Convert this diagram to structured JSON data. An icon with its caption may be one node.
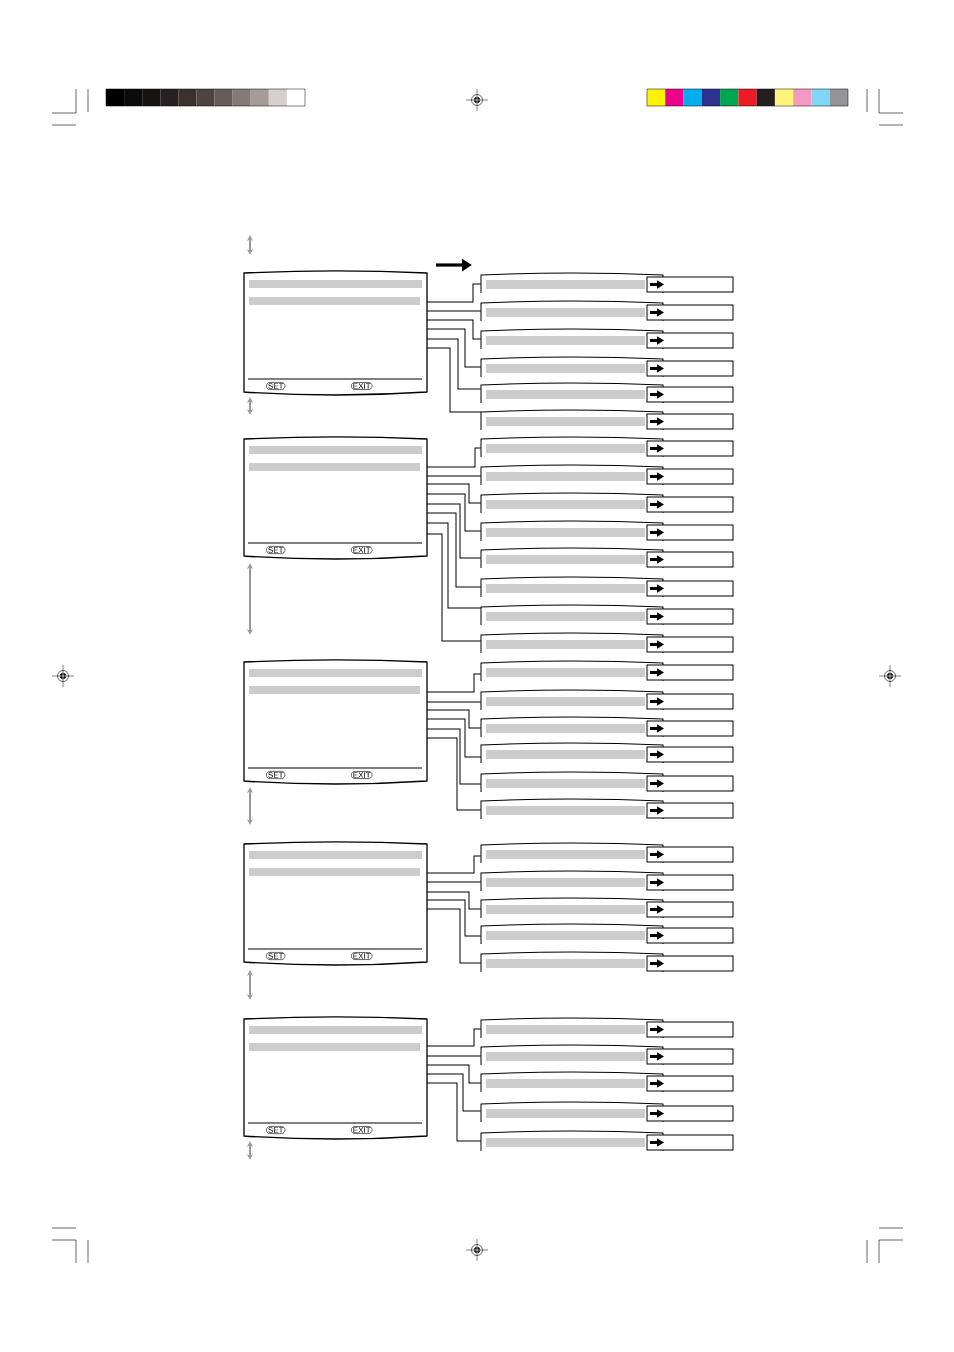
{
  "diagram": {
    "nodes": [
      {
        "text": [
          "SET",
          "EXIT"
        ]
      },
      {
        "text": [],
        "shape": "box"
      },
      {
        "text": [],
        "shape": "box"
      },
      {
        "text": [],
        "shape": "box"
      },
      {
        "text": [],
        "shape": "box"
      },
      {
        "text": [],
        "shape": "box"
      },
      {
        "text": [],
        "shape": "box"
      },
      {
        "text": [
          "SET",
          "EXIT"
        ]
      },
      {
        "text": [],
        "shape": "box"
      },
      {
        "text": [],
        "shape": "box"
      },
      {
        "text": [],
        "shape": "box"
      },
      {
        "text": [],
        "shape": "box"
      },
      {
        "text": [],
        "shape": "box"
      },
      {
        "text": [],
        "shape": "box"
      },
      {
        "text": [],
        "shape": "box"
      },
      {
        "text": [],
        "shape": "box"
      },
      {
        "text": [
          "SET",
          "EXIT"
        ]
      },
      {
        "text": [],
        "shape": "box"
      },
      {
        "text": [],
        "shape": "box"
      },
      {
        "text": [],
        "shape": "box"
      },
      {
        "text": [],
        "shape": "box"
      },
      {
        "text": [],
        "shape": "box"
      },
      {
        "text": [],
        "shape": "box"
      },
      {
        "text": [
          "SET",
          "EXIT"
        ]
      },
      {
        "text": [],
        "shape": "box"
      },
      {
        "text": [],
        "shape": "box"
      },
      {
        "text": [],
        "shape": "box"
      },
      {
        "text": [],
        "shape": "box"
      },
      {
        "text": [],
        "shape": "box"
      },
      {
        "text": [
          "SET",
          "EXIT"
        ]
      },
      {
        "text": [],
        "shape": "box"
      },
      {
        "text": [],
        "shape": "box"
      },
      {
        "text": [],
        "shape": "box"
      },
      {
        "text": [],
        "shape": "box"
      },
      {
        "text": [],
        "shape": "box"
      }
    ],
    "edges": [
      {
        "from": 0,
        "to": 1,
        "arrow": "none"
      },
      {
        "from": 0,
        "to": 2,
        "arrow": "none"
      },
      {
        "from": 0,
        "to": 3,
        "arrow": "none"
      },
      {
        "from": 0,
        "to": 4,
        "arrow": "none"
      },
      {
        "from": 0,
        "to": 5,
        "arrow": "none"
      },
      {
        "from": 0,
        "to": 6,
        "arrow": "none"
      },
      {
        "from": 7,
        "to": 8,
        "arrow": "none"
      },
      {
        "from": 7,
        "to": 9,
        "arrow": "none"
      },
      {
        "from": 7,
        "to": 10,
        "arrow": "none"
      },
      {
        "from": 7,
        "to": 11,
        "arrow": "none"
      },
      {
        "from": 7,
        "to": 12,
        "arrow": "none"
      },
      {
        "from": 7,
        "to": 13,
        "arrow": "none"
      },
      {
        "from": 7,
        "to": 14,
        "arrow": "none"
      },
      {
        "from": 7,
        "to": 15,
        "arrow": "none"
      },
      {
        "from": 16,
        "to": 17,
        "arrow": "none"
      },
      {
        "from": 16,
        "to": 18,
        "arrow": "none"
      },
      {
        "from": 16,
        "to": 19,
        "arrow": "none"
      },
      {
        "from": 16,
        "to": 20,
        "arrow": "none"
      },
      {
        "from": 16,
        "to": 21,
        "arrow": "none"
      },
      {
        "from": 16,
        "to": 22,
        "arrow": "none"
      },
      {
        "from": 23,
        "to": 24,
        "arrow": "none"
      },
      {
        "from": 23,
        "to": 25,
        "arrow": "none"
      },
      {
        "from": 23,
        "to": 26,
        "arrow": "none"
      },
      {
        "from": 23,
        "to": 27,
        "arrow": "none"
      },
      {
        "from": 23,
        "to": 28,
        "arrow": "none"
      },
      {
        "from": 29,
        "to": 30,
        "arrow": "none"
      },
      {
        "from": 29,
        "to": 31,
        "arrow": "none"
      },
      {
        "from": 29,
        "to": 32,
        "arrow": "none"
      },
      {
        "from": 29,
        "to": 33,
        "arrow": "none"
      },
      {
        "from": 29,
        "to": 34,
        "arrow": "none"
      }
    ]
  }
}
